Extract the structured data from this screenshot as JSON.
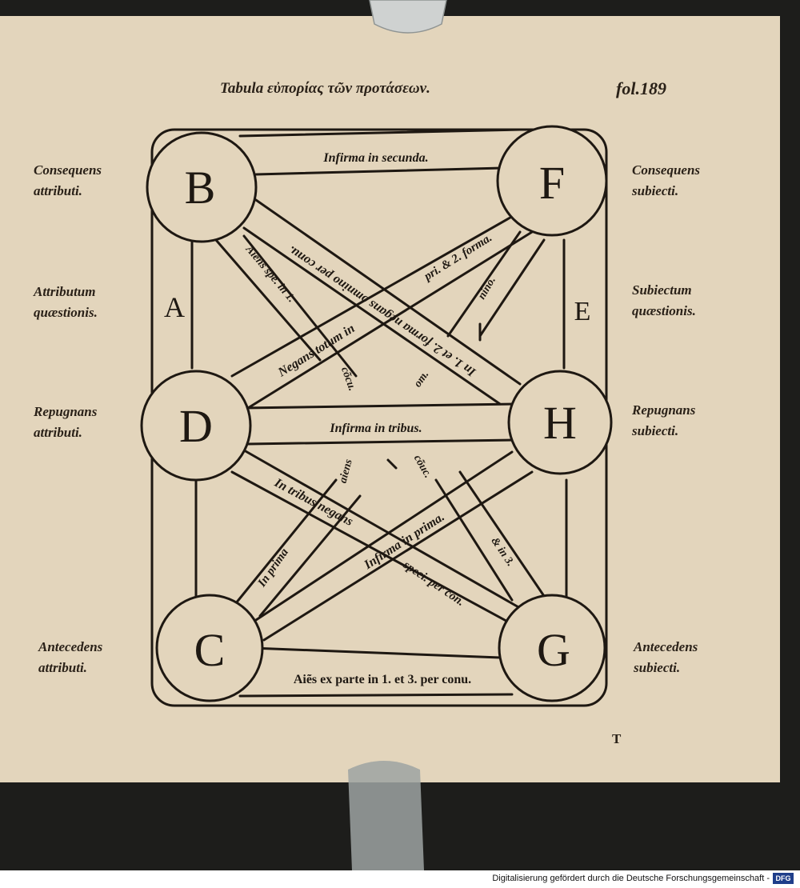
{
  "header": {
    "title": "Tabula εὐπορίας τῶν προτάσεων.",
    "folio": "fol.189",
    "signature": "T"
  },
  "side_labels": {
    "left": [
      {
        "lines": [
          "Consequens",
          "attributi."
        ]
      },
      {
        "lines": [
          "Attributum",
          "quæstionis."
        ]
      },
      {
        "lines": [
          "Repugnans",
          "attributi."
        ]
      },
      {
        "lines": [
          "Antecedens",
          "attributi."
        ]
      }
    ],
    "right": [
      {
        "lines": [
          "Consequens",
          "subiecti."
        ]
      },
      {
        "lines": [
          "Subiectum",
          "quæstionis."
        ]
      },
      {
        "lines": [
          "Repugnans",
          "subiecti."
        ]
      },
      {
        "lines": [
          "Antecedens",
          "subiecti."
        ]
      }
    ]
  },
  "diagram": {
    "nodes": [
      {
        "id": "B",
        "label": "B"
      },
      {
        "id": "F",
        "label": "F"
      },
      {
        "id": "D",
        "label": "D"
      },
      {
        "id": "H",
        "label": "H"
      },
      {
        "id": "C",
        "label": "C"
      },
      {
        "id": "G",
        "label": "G"
      }
    ],
    "side_letters": {
      "left": "A",
      "right": "E"
    },
    "edge_labels": {
      "b_f": "Infirma in secunda.",
      "d_h": "Infirma in tribus.",
      "c_g": "Aiẽs ex parte in 1. et 3. per conu.",
      "b_h": "In 1. et 2. forma negans omnino per conu.",
      "d_f_main": "Negans totum in",
      "d_f_end": "pri. & 2. forma.",
      "b_short": "Aiens spe. in 1.",
      "f_short": "nino.",
      "mid_left": "cõcu.",
      "mid_right": "om.",
      "lower_left": "aiens",
      "lower_right": "cõuc.",
      "d_g": "In tribus negans",
      "c_h": "Infirma in prima.",
      "c_short": "In prima",
      "g_short": "& in 3.",
      "g_lower": "speci. per con."
    }
  },
  "footer": {
    "credit": "Digitalisierung gefördert durch die Deutsche Forschungsgemeinschaft -",
    "logo": "DFG"
  }
}
